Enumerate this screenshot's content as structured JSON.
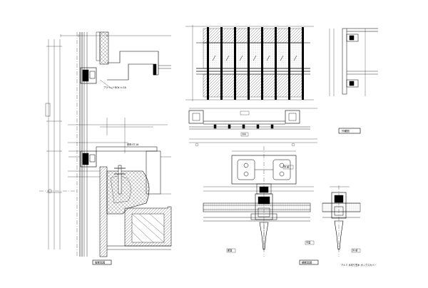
{
  "sheet": {
    "notes": {
      "blind_box": "ブラインドBOX ℓ=18",
      "frame": "鉄骨 ST-16",
      "footer": "アルミ 水切り笠木 ボックスカバー"
    },
    "labels": {
      "section_tag_1": "断面",
      "section_tag_2": "平面",
      "mullion_width": "300",
      "vertical_detail_title": "縦断面図",
      "elevation_title": "外観図",
      "plan_detail_title": "横断面図",
      "plan_tag_a": "外 部",
      "plan_tag_b": "内 部",
      "plan_tag_c": "外 部"
    }
  }
}
